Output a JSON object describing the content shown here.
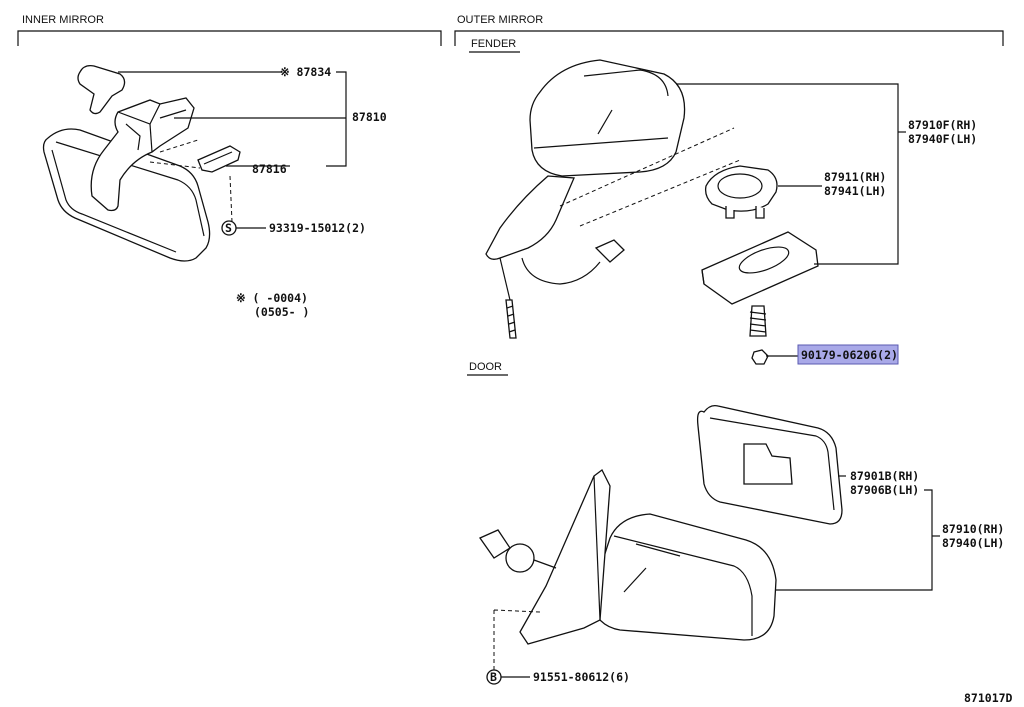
{
  "sections": {
    "inner_mirror": "INNER MIRROR",
    "outer_mirror": "OUTER MIRROR",
    "fender": "FENDER",
    "door": "DOOR"
  },
  "parts": {
    "p87834": "※ 87834",
    "p87810": "87810",
    "p87816": "87816",
    "p93319": "93319-15012(2)",
    "p87910F": "87910F(RH)",
    "p87940F": "87940F(LH)",
    "p87911": "87911(RH)",
    "p87941": "87941(LH)",
    "p90179": "90179-06206(2)",
    "p87901B": "87901B(RH)",
    "p87906B": "87906B(LH)",
    "p87910": "87910(RH)",
    "p87940": "87940(LH)",
    "p91551": "91551-80612(6)"
  },
  "callouts": {
    "s": "S",
    "b": "B"
  },
  "notes": {
    "line1": "※ (      -0004)",
    "line2": "(0505-      )"
  },
  "figure_id": "871017D",
  "highlight_color": "#a9a9e8"
}
